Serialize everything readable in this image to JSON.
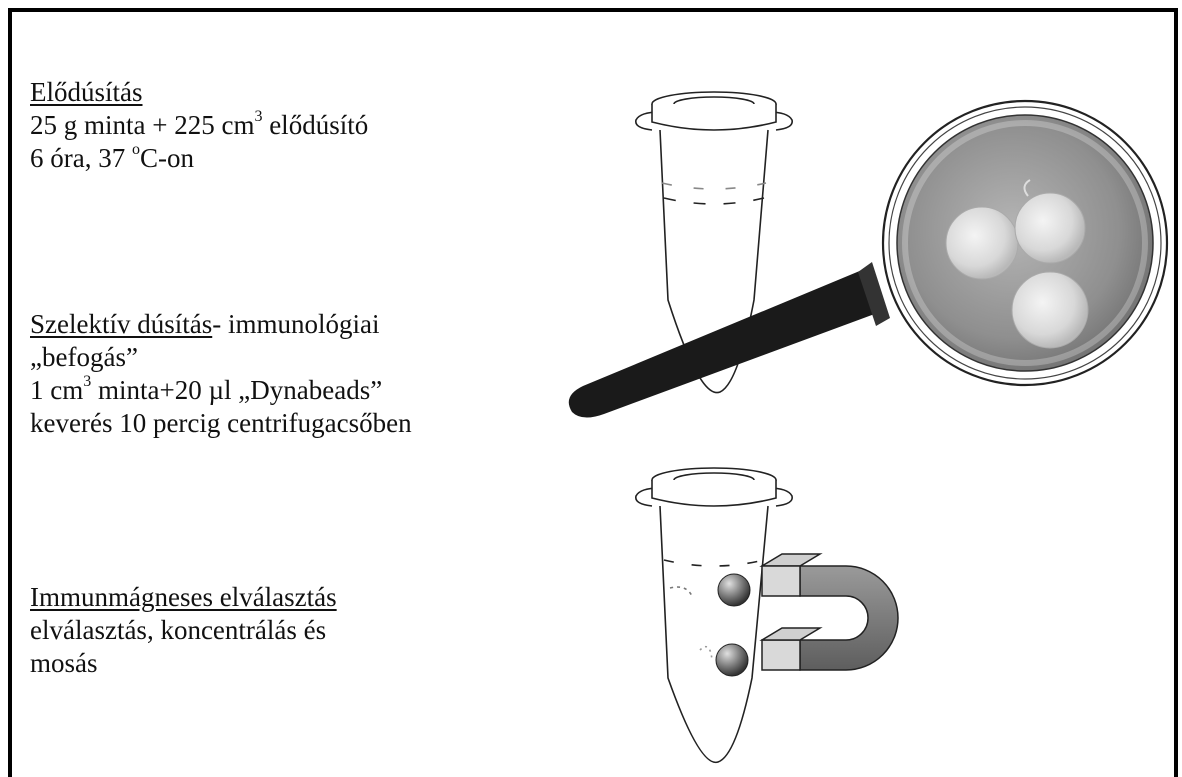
{
  "steps": {
    "pre_enrichment": {
      "heading": "Elődúsítás",
      "line1_a": "25 g minta + 225 cm",
      "line1_sup": "3",
      "line1_b": " elődúsító",
      "line2_a": "6 óra, 37 ",
      "line2_sup": "o",
      "line2_b": "C-on"
    },
    "selective_enrichment": {
      "heading": "Szelektív dúsítás",
      "heading_rest": "- immunológiai",
      "line2": "„befogás”",
      "line3_a": "1 cm",
      "line3_sup": "3",
      "line3_b": " minta+20 µl „Dynabeads”",
      "line4": "keverés 10 percig centrifugacsőben"
    },
    "immunomagnetic_separation": {
      "heading": "Immunmágneses elválasztás",
      "line2": "elválasztás, koncentrálás és",
      "line3": "mosás"
    }
  },
  "colors": {
    "ink": "#111111",
    "handle": "#1a1a1a",
    "lens_fill": "#9a9a9a",
    "magnet": "#7a7a7a"
  },
  "icons": [
    "centrifuge-tube-icon",
    "magnifying-glass-icon",
    "bead-icon",
    "horseshoe-magnet-icon"
  ]
}
